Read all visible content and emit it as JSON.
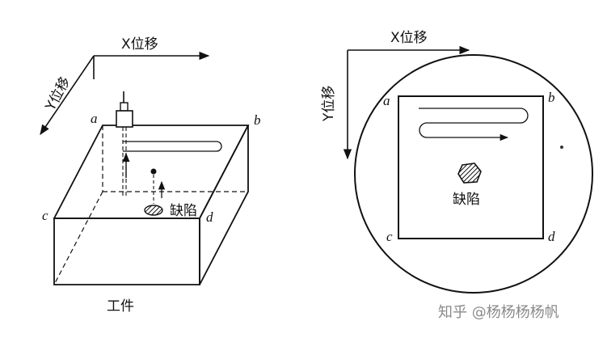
{
  "left_diagram": {
    "x_axis_label": "X位移",
    "y_axis_label": "Y位移",
    "corner_a": "a",
    "corner_b": "b",
    "corner_c": "c",
    "corner_d": "d",
    "defect_label": "缺陷",
    "workpiece_label": "工件"
  },
  "right_diagram": {
    "x_axis_label": "X位移",
    "y_axis_label": "Y位移",
    "corner_a": "a",
    "corner_b": "b",
    "corner_c": "c",
    "corner_d": "d",
    "defect_label": "缺陷"
  },
  "watermark": "知乎 @杨杨杨杨帆"
}
